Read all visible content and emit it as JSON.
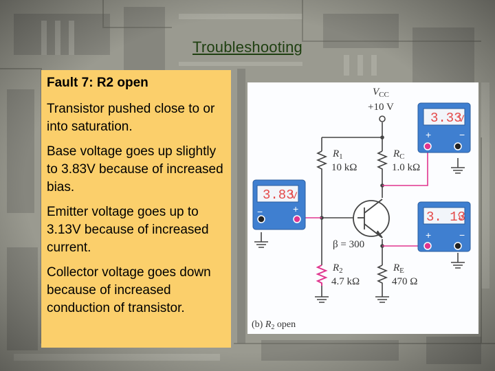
{
  "slide": {
    "title": "Troubleshooting",
    "fault_heading": "Fault 7: R2 open",
    "bullets": [
      "Transistor pushed close to or into saturation.",
      "Base voltage goes up slightly to 3.83V because of increased bias.",
      "Emitter voltage goes up to 3.13V because of increased current.",
      "Collector voltage goes down because of increased conduction of transistor."
    ]
  },
  "circuit": {
    "vcc_label": "V",
    "vcc_sub": "CC",
    "vcc_value": "+10 V",
    "r1_label": "R",
    "r1_sub": "1",
    "r1_value": "10 kΩ",
    "rc_label": "R",
    "rc_sub": "C",
    "rc_value": "1.0 kΩ",
    "r2_label": "R",
    "r2_sub": "2",
    "r2_value": "4.7 kΩ",
    "re_label": "R",
    "re_sub": "E",
    "re_value": "470 Ω",
    "beta": "β = 300",
    "caption_prefix": "(b) ",
    "caption_label": "R",
    "caption_sub": "2",
    "caption_suffix": " open",
    "meters": {
      "collector": {
        "reading": "3.33",
        "unit": "V"
      },
      "base": {
        "reading": "3.83",
        "unit": "V"
      },
      "emitter": {
        "reading": "3. 13",
        "unit": "V"
      }
    },
    "terminal_plus": "+",
    "terminal_minus": "−"
  },
  "colors": {
    "text_box": "#fbcf6b",
    "title": "#1e3f10",
    "meter_body": "#3f7fd0",
    "meter_display": "#e44a4a",
    "probe_wire": "#e0358e"
  }
}
